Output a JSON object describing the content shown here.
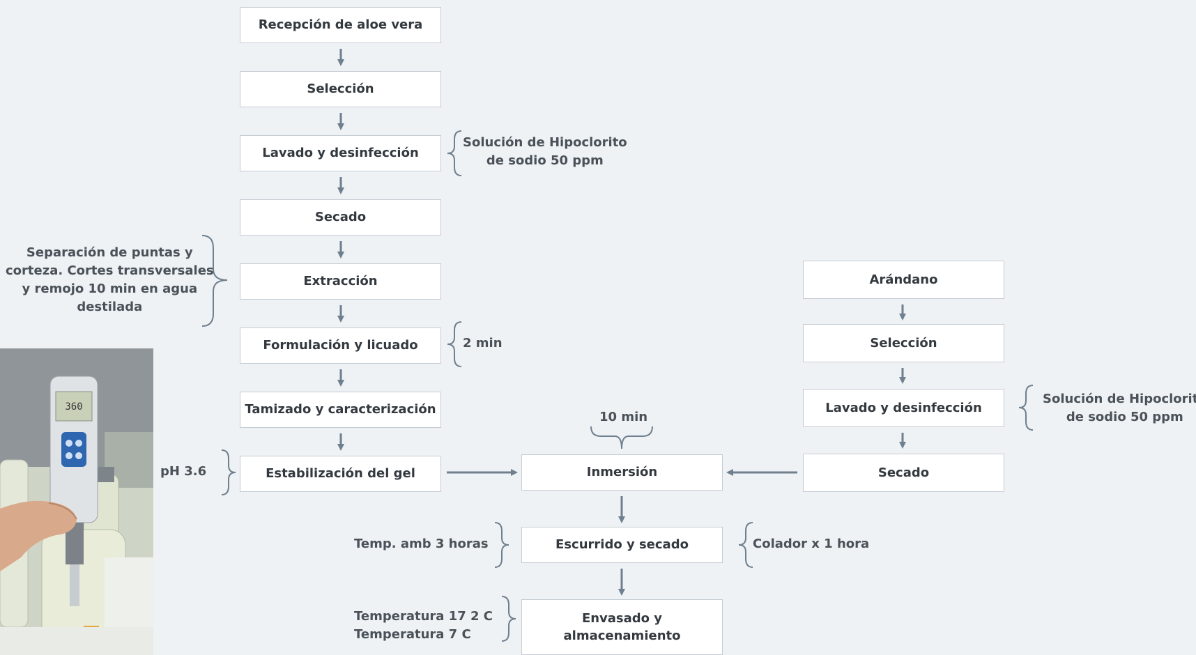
{
  "left_column": [
    "Recepción de aloe vera",
    "Selección",
    "Lavado y desinfección",
    "Secado",
    "Extracción",
    "Formulación y licuado",
    "Tamizado y caracterización",
    "Estabilización del gel"
  ],
  "right_column": [
    "Arándano",
    "Selección",
    "Lavado y desinfección",
    "Secado"
  ],
  "center_column": [
    "Inmersión",
    "Escurrido y secado",
    [
      "Envasado y",
      "almacenamiento"
    ]
  ],
  "notes": {
    "lavado_left": [
      "Solución de Hipoclorito",
      "de sodio 50 ppm"
    ],
    "extraccion": [
      "Separación de puntas y",
      "corteza. Cortes transversales",
      "y remojo 10 min en agua",
      "destilada"
    ],
    "formulacion": "2 min",
    "estabilizacion": "pH 3.6",
    "lavado_right": [
      "Solución de Hipoclorito",
      "de sodio 50 ppm"
    ],
    "inmersion_top": "10 min",
    "escurrido_left": "Temp. amb 3 horas",
    "escurrido_right": "Colador x 1 hora",
    "envasado_left": [
      "Temperatura 17 2 C",
      "Temperatura 7 C"
    ]
  },
  "photo": {
    "meter_reading": "360"
  },
  "colors": {
    "background": "#eef2f5",
    "box_border": "#c4ccd4",
    "connector": "#6f7f8d"
  }
}
